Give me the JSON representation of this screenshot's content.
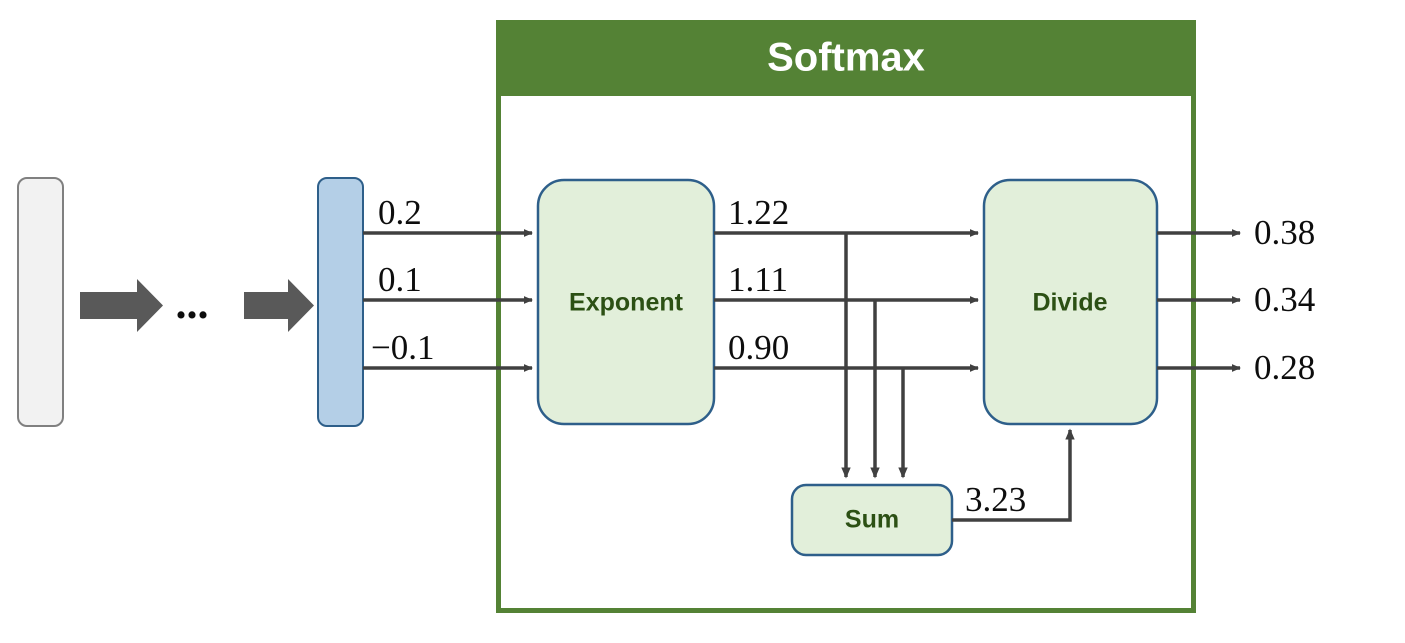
{
  "panel": {
    "title": "Softmax",
    "header_color": "#548235",
    "border_color": "#548235",
    "body_color": "#ffffff"
  },
  "blocks": {
    "exponent": {
      "label": "Exponent",
      "fill": "#e2efda",
      "stroke": "#2e5f8a",
      "text_color": "#2c5014"
    },
    "divide": {
      "label": "Divide",
      "fill": "#e2efda",
      "stroke": "#2e5f8a",
      "text_color": "#2c5014"
    },
    "sum": {
      "label": "Sum",
      "fill": "#e2efda",
      "stroke": "#2e5f8a",
      "text_color": "#2c5014"
    }
  },
  "vectors": {
    "input_stack": {
      "fill": "#f2f2f2",
      "stroke": "#808080"
    },
    "logits_stack": {
      "fill": "#b4cfe7",
      "stroke": "#2e5f8a"
    }
  },
  "flow": {
    "ellipsis": "...",
    "arrow_color": "#595959",
    "line_color": "#404040"
  },
  "values": {
    "logits": [
      "0.2",
      "0.1",
      "−0.1"
    ],
    "exponentials": [
      "1.22",
      "1.11",
      "0.90"
    ],
    "sum": "3.23",
    "probabilities": [
      "0.38",
      "0.34",
      "0.28"
    ]
  },
  "chart_data": {
    "type": "diagram",
    "title": "Softmax",
    "nodes": [
      "Exponent",
      "Sum",
      "Divide"
    ],
    "inputs": [
      0.2,
      0.1,
      -0.1
    ],
    "exponentials": [
      1.22,
      1.11,
      0.9
    ],
    "sum": 3.23,
    "outputs": [
      0.38,
      0.34,
      0.28
    ]
  }
}
